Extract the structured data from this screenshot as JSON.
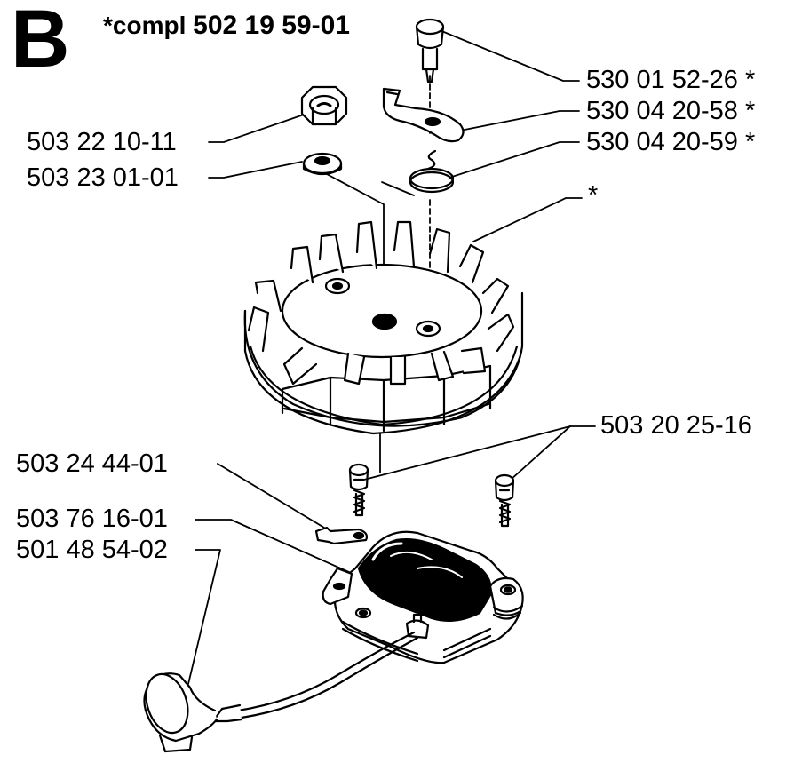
{
  "header": {
    "section_letter": "B",
    "compl_prefix": "*compl",
    "compl_number": "502 19 59-01"
  },
  "part_labels": [
    {
      "id": "p1",
      "text": "530 01 52-26 *"
    },
    {
      "id": "p2",
      "text": "530 04 20-58 *"
    },
    {
      "id": "p3",
      "text": "530 04 20-59 *"
    },
    {
      "id": "p4",
      "text": "*"
    },
    {
      "id": "p5",
      "text": "503 22 10-11"
    },
    {
      "id": "p6",
      "text": "503 23 01-01"
    },
    {
      "id": "p7",
      "text": "503 20 25-16"
    },
    {
      "id": "p8",
      "text": "503 24 44-01"
    },
    {
      "id": "p9",
      "text": "503 76 16-01"
    },
    {
      "id": "p10",
      "text": "501 48 54-02"
    }
  ],
  "components": [
    "knob-pin",
    "pawl",
    "pawl-spring",
    "flywheel",
    "nut",
    "washer",
    "screw",
    "cable-terminal",
    "ignition-module",
    "spark-plug-boot"
  ]
}
